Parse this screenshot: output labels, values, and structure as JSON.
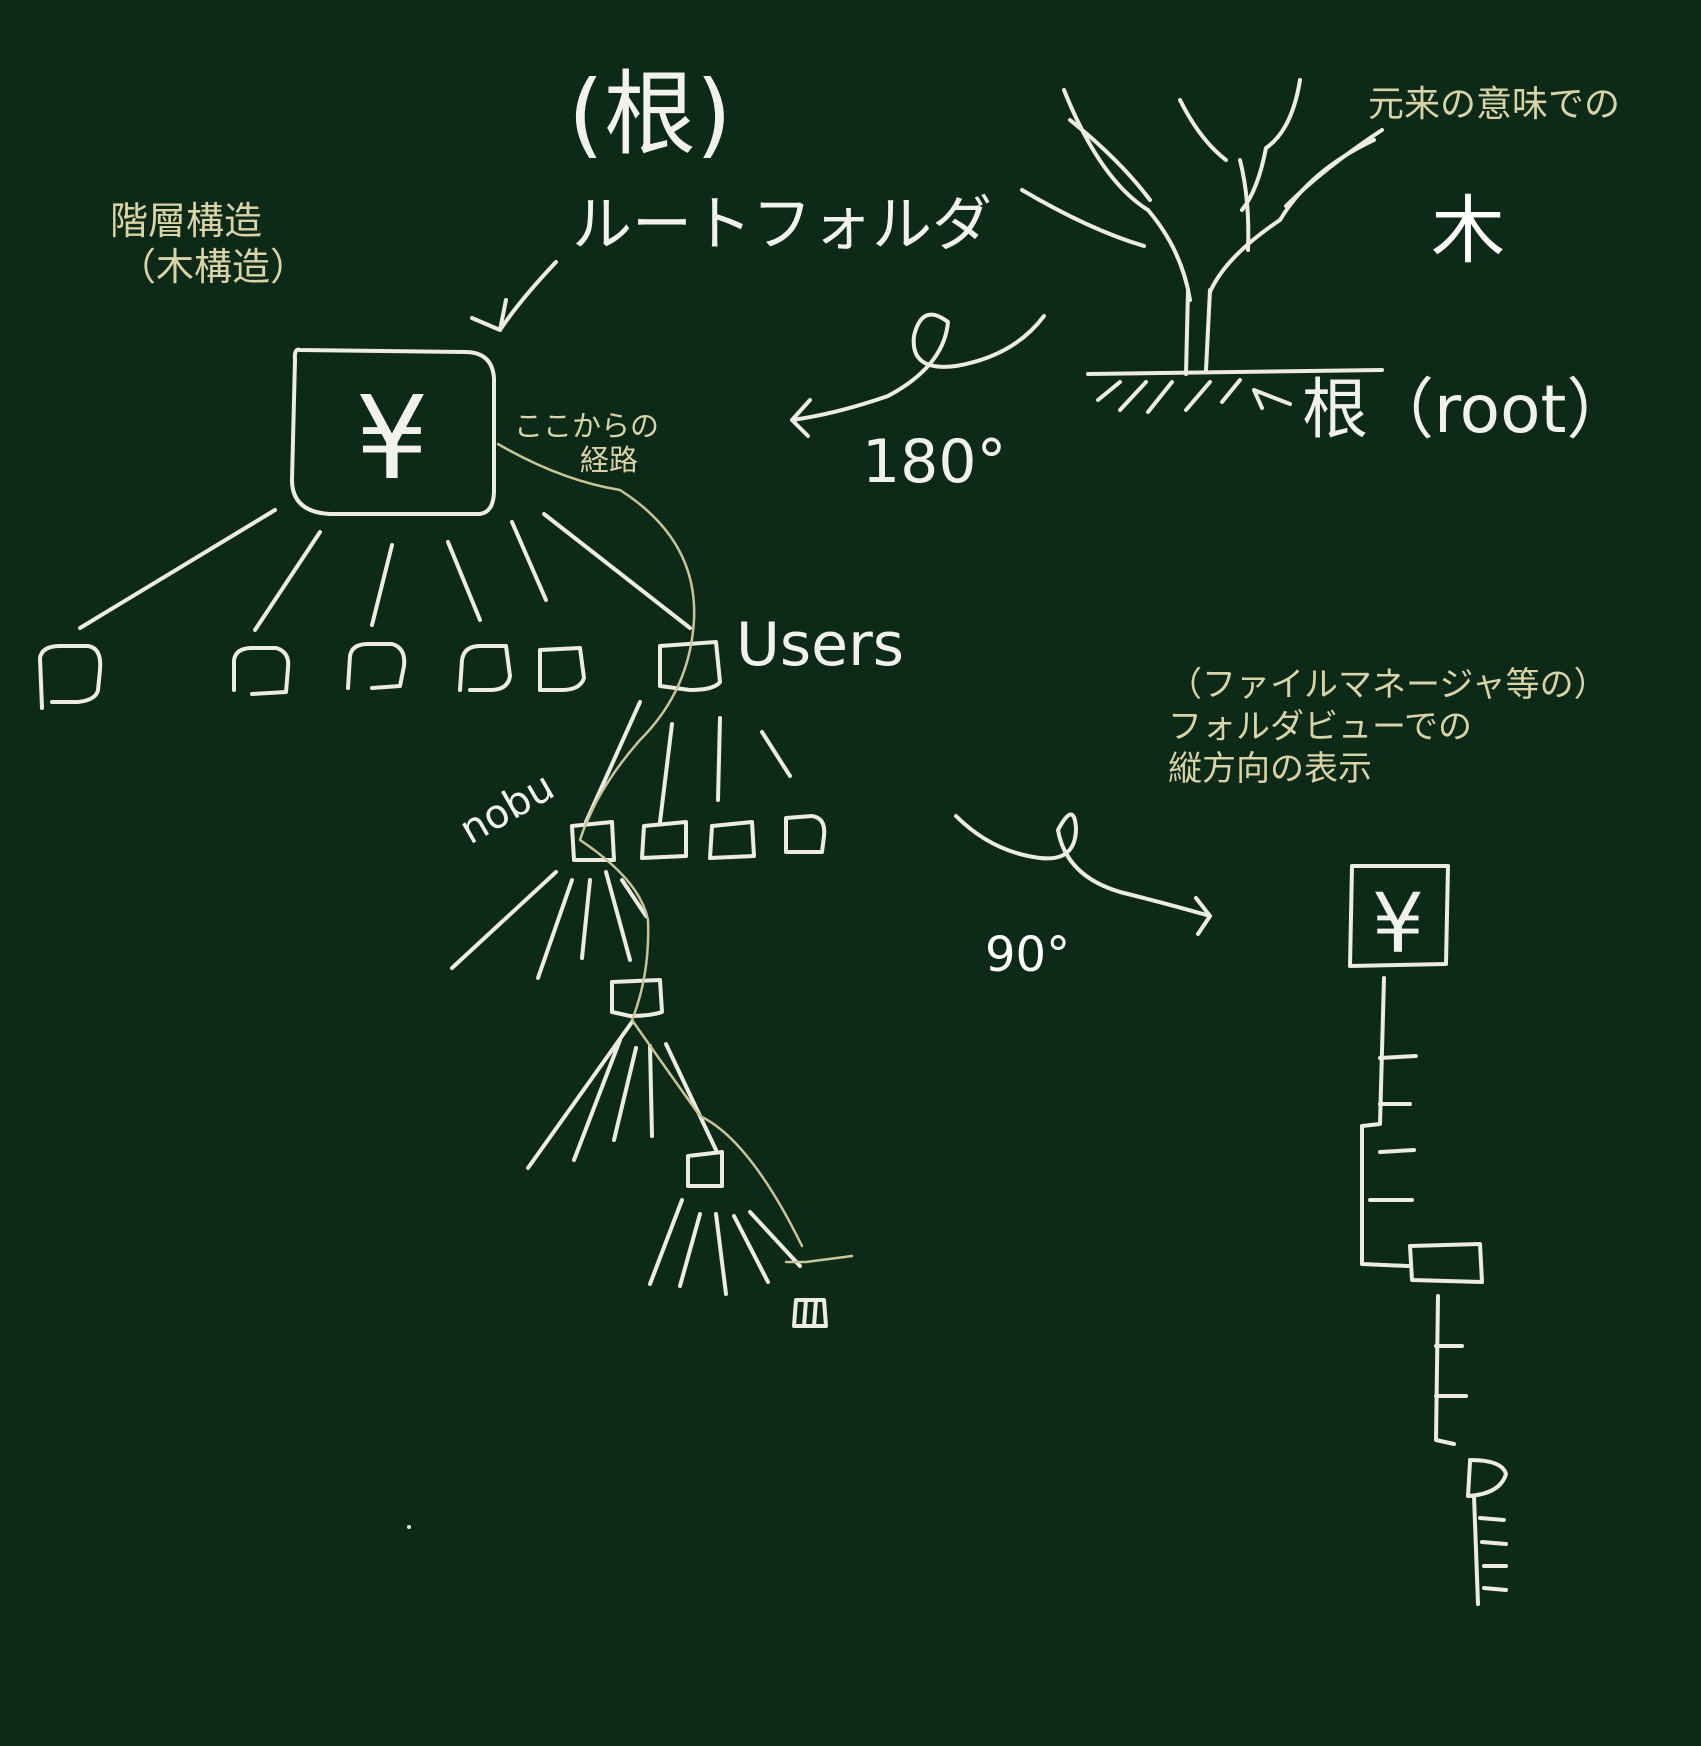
{
  "colors": {
    "background": "#0d2a19",
    "chalk": "#ecece4",
    "label": "#d9d3a7",
    "path": "#c9c49a"
  },
  "labels": {
    "root_kanji": "(根)",
    "root_folder": "ルートフォルダ",
    "hierarchy_line1": "階層構造",
    "hierarchy_line2": "（木構造）",
    "path_from_here_line1": "ここからの",
    "path_from_here_line2": "経路",
    "users": "Users",
    "nobu": "nobu",
    "original_meaning": "元来の意味での",
    "tree_kanji": "木",
    "root_english": "根（root）",
    "rotation_180": "180°",
    "rotation_90": "90°",
    "file_manager_line1": "（ファイルマネージャ等の）",
    "file_manager_line2": "フォルダビューでの",
    "file_manager_line3": "縦方向の表示",
    "root_symbol": "¥"
  }
}
